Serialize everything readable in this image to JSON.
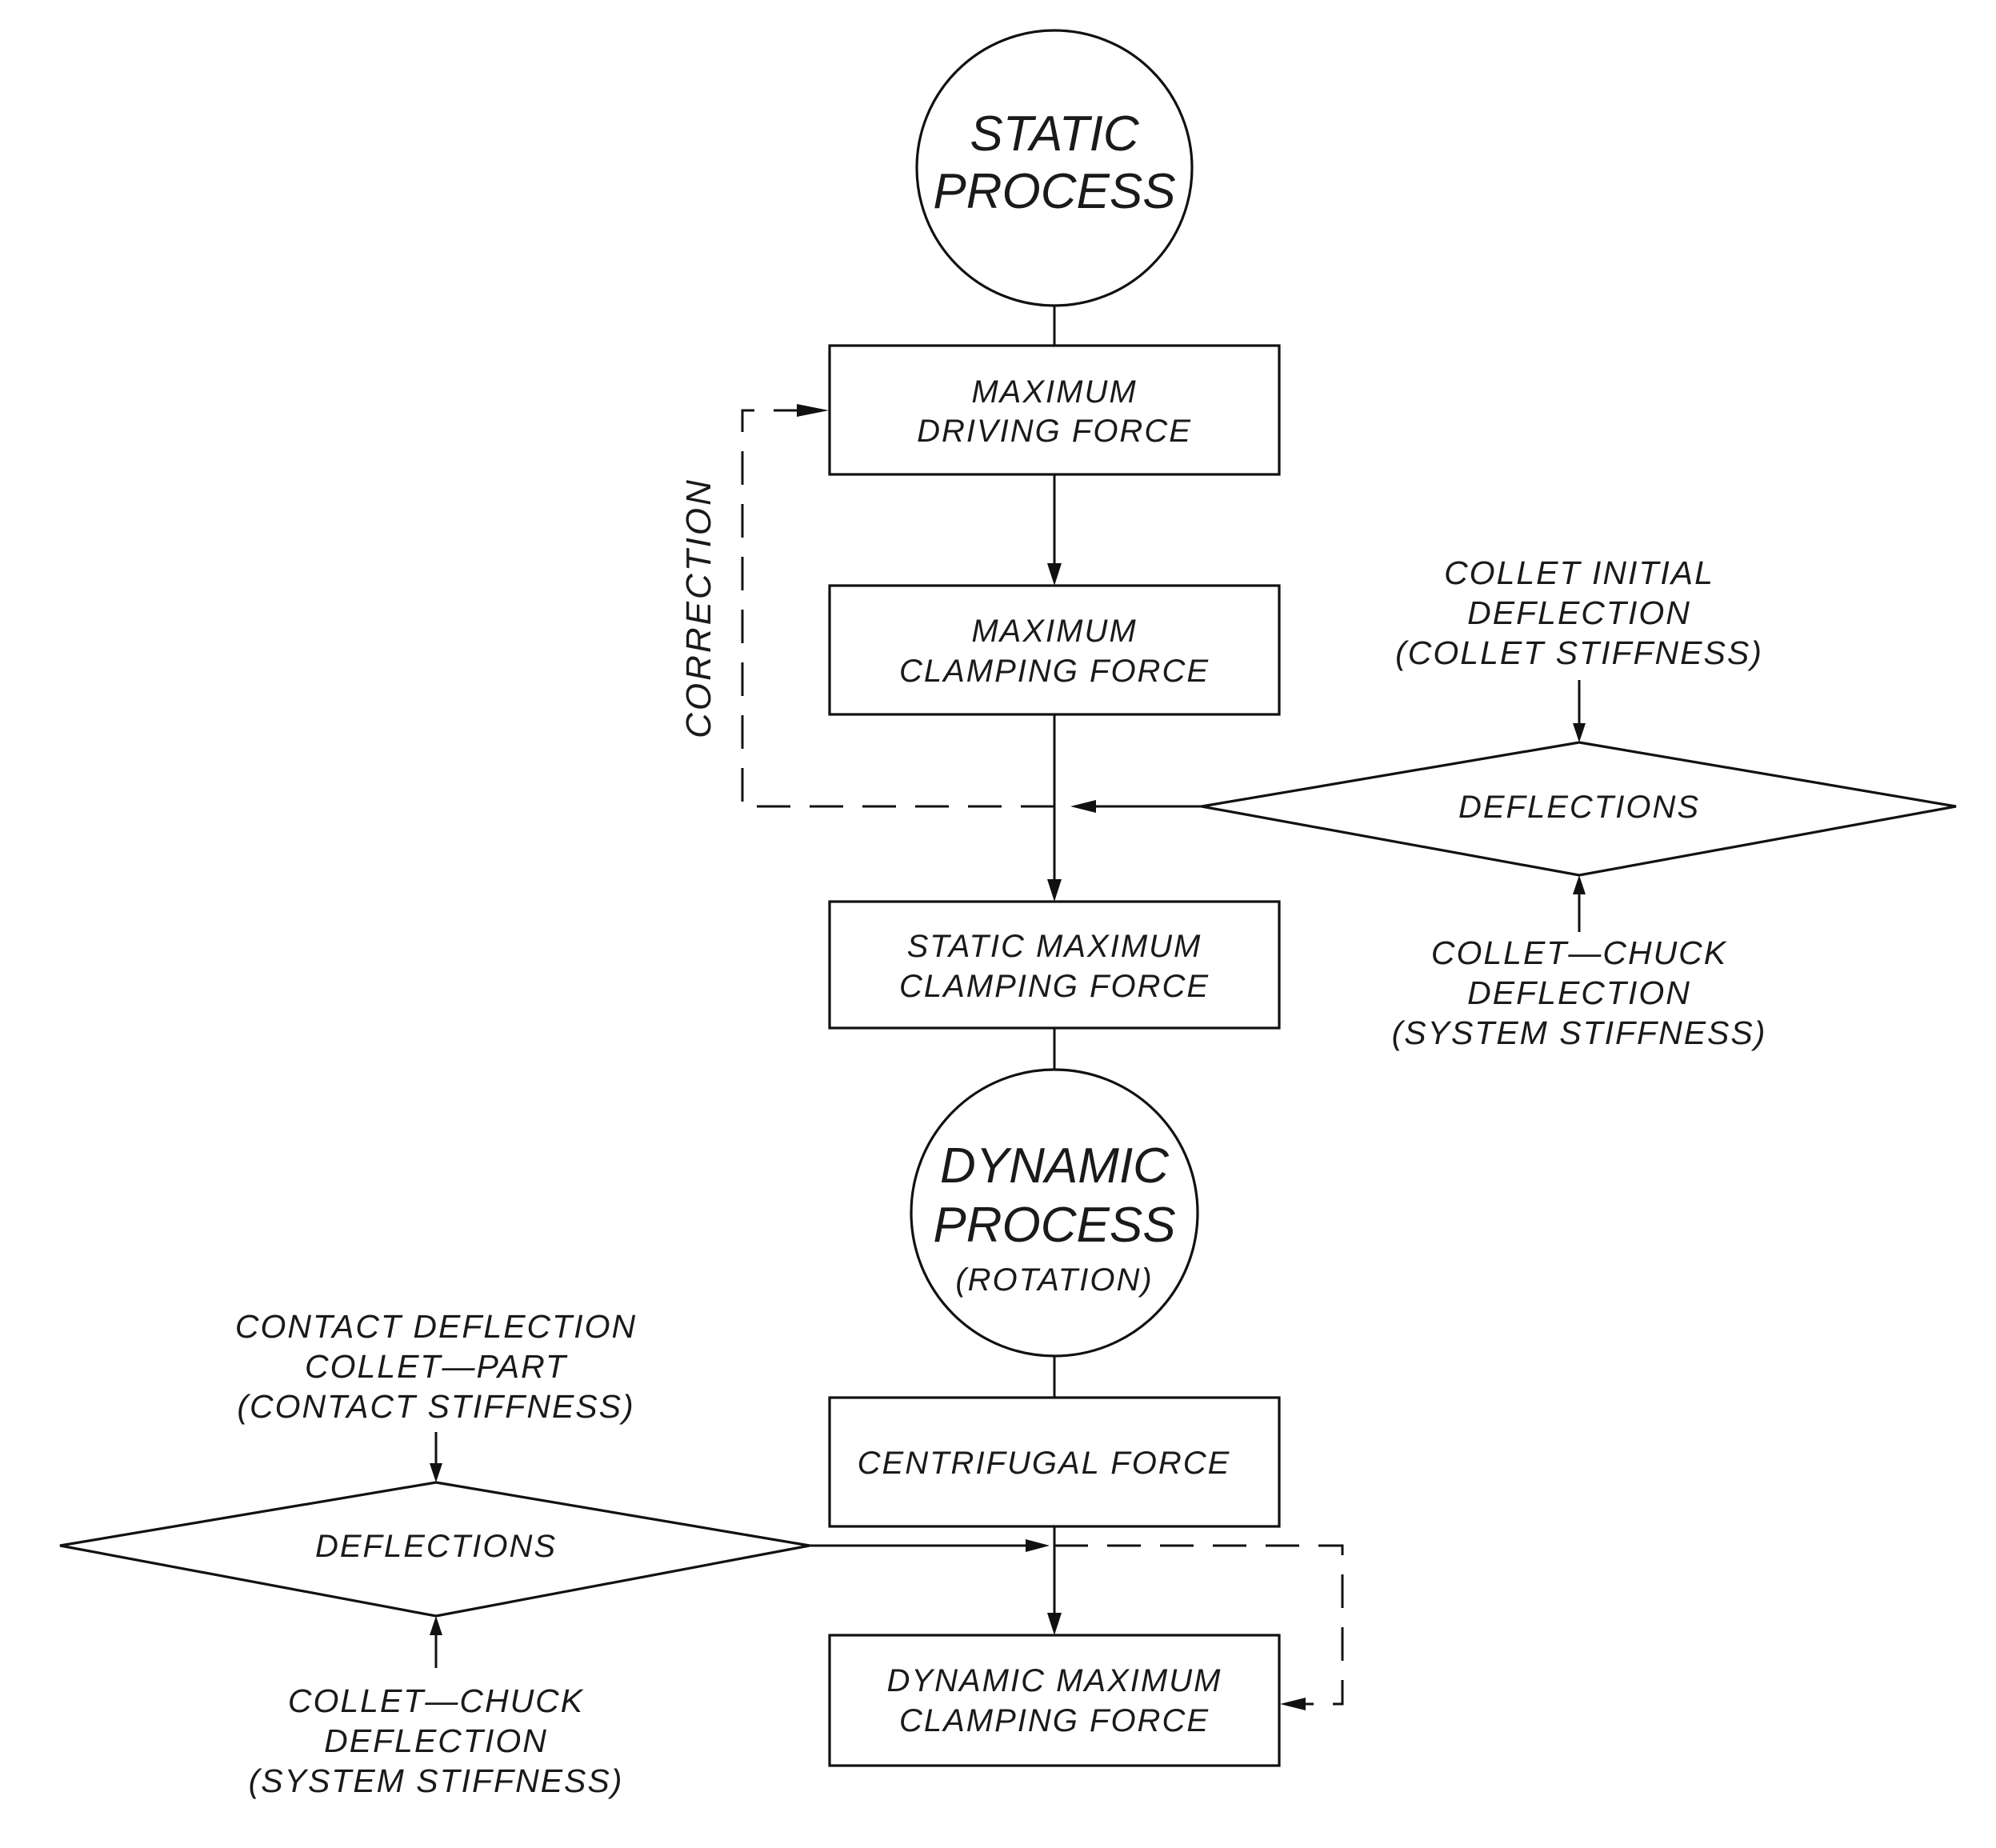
{
  "static_process": {
    "line1": "STATIC",
    "line2": "PROCESS"
  },
  "max_driving_force": {
    "line1": "MAXIMUM",
    "line2": "DRIVING  FORCE"
  },
  "max_clamping_force": {
    "line1": "MAXIMUM",
    "line2": "CLAMPING  FORCE"
  },
  "correction_label": "CORRECTION",
  "collet_initial_deflection": {
    "line1": "COLLET  INITIAL",
    "line2": "DEFLECTION",
    "line3": "(COLLET  STIFFNESS)"
  },
  "deflections_static": "DEFLECTIONS",
  "collet_chuck_deflection_static": {
    "line1": "COLLET—CHUCK",
    "line2": "DEFLECTION",
    "line3": "(SYSTEM  STIFFNESS)"
  },
  "static_max_clamping_force": {
    "line1": "STATIC  MAXIMUM",
    "line2": "CLAMPING  FORCE"
  },
  "dynamic_process": {
    "line1": "DYNAMIC",
    "line2": "PROCESS",
    "line3": "(ROTATION)"
  },
  "contact_deflection": {
    "line1": "CONTACT  DEFLECTION",
    "line2": "COLLET—PART",
    "line3": "(CONTACT  STIFFNESS)"
  },
  "centrifugal_force": "CENTRIFUGAL  FORCE",
  "deflections_dynamic": "DEFLECTIONS",
  "collet_chuck_deflection_dynamic": {
    "line1": "COLLET—CHUCK",
    "line2": "DEFLECTION",
    "line3": "(SYSTEM  STIFFNESS)"
  },
  "dynamic_max_clamping_force": {
    "line1": "DYNAMIC  MAXIMUM",
    "line2": "CLAMPING  FORCE"
  }
}
